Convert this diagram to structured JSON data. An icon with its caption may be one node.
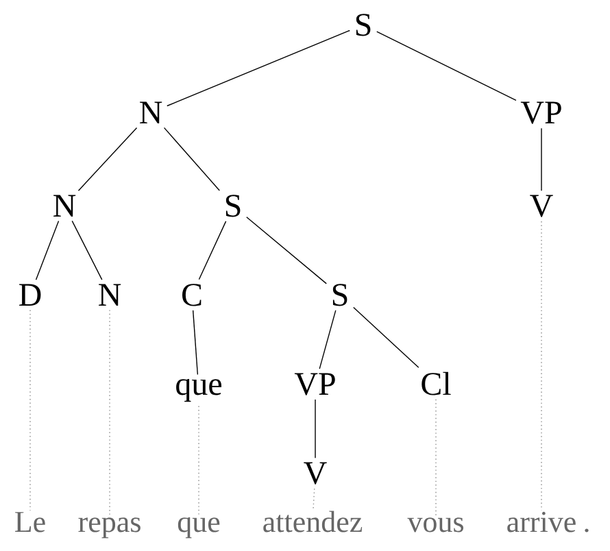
{
  "diagram": {
    "nodes": [
      {
        "text": [
          "S"
        ]
      },
      {
        "text": [
          "N"
        ]
      },
      {
        "text": [
          "VP"
        ]
      },
      {
        "text": [
          "N"
        ]
      },
      {
        "text": [
          "S"
        ]
      },
      {
        "text": [
          "V"
        ]
      },
      {
        "text": [
          "D"
        ]
      },
      {
        "text": [
          "N"
        ]
      },
      {
        "text": [
          "C"
        ]
      },
      {
        "text": [
          "S"
        ]
      },
      {
        "text": [
          "que"
        ]
      },
      {
        "text": [
          "VP"
        ]
      },
      {
        "text": [
          "Cl"
        ]
      },
      {
        "text": [
          "V"
        ]
      },
      {
        "text": [
          "Le"
        ]
      },
      {
        "text": [
          "repas"
        ]
      },
      {
        "text": [
          "que"
        ]
      },
      {
        "text": [
          "attendez"
        ]
      },
      {
        "text": [
          "vous"
        ]
      },
      {
        "text": [
          "arrive"
        ]
      }
    ],
    "edges": [
      {
        "from": 0,
        "to": 1,
        "arrow": "none"
      },
      {
        "from": 0,
        "to": 2,
        "arrow": "none"
      },
      {
        "from": 1,
        "to": 3,
        "arrow": "none"
      },
      {
        "from": 1,
        "to": 4,
        "arrow": "none"
      },
      {
        "from": 2,
        "to": 5,
        "arrow": "none"
      },
      {
        "from": 3,
        "to": 6,
        "arrow": "none"
      },
      {
        "from": 3,
        "to": 7,
        "arrow": "none"
      },
      {
        "from": 4,
        "to": 8,
        "arrow": "none"
      },
      {
        "from": 4,
        "to": 9,
        "arrow": "none"
      },
      {
        "from": 8,
        "to": 10,
        "arrow": "none"
      },
      {
        "from": 9,
        "to": 11,
        "arrow": "none"
      },
      {
        "from": 9,
        "to": 12,
        "arrow": "none"
      },
      {
        "from": 11,
        "to": 13,
        "arrow": "none"
      },
      {
        "from": 6,
        "to": 14,
        "arrow": "none",
        "style": "dashed",
        "color": "#888888"
      },
      {
        "from": 7,
        "to": 15,
        "arrow": "none",
        "style": "dashed",
        "color": "#888888"
      },
      {
        "from": 10,
        "to": 16,
        "arrow": "none",
        "style": "dashed",
        "color": "#888888"
      },
      {
        "from": 13,
        "to": 17,
        "arrow": "none",
        "style": "dashed",
        "color": "#888888"
      },
      {
        "from": 12,
        "to": 18,
        "arrow": "none",
        "style": "dashed",
        "color": "#888888"
      },
      {
        "from": 5,
        "to": 19,
        "arrow": "none",
        "style": "dashed",
        "color": "#888888"
      }
    ],
    "labels": [
      "."
    ]
  }
}
